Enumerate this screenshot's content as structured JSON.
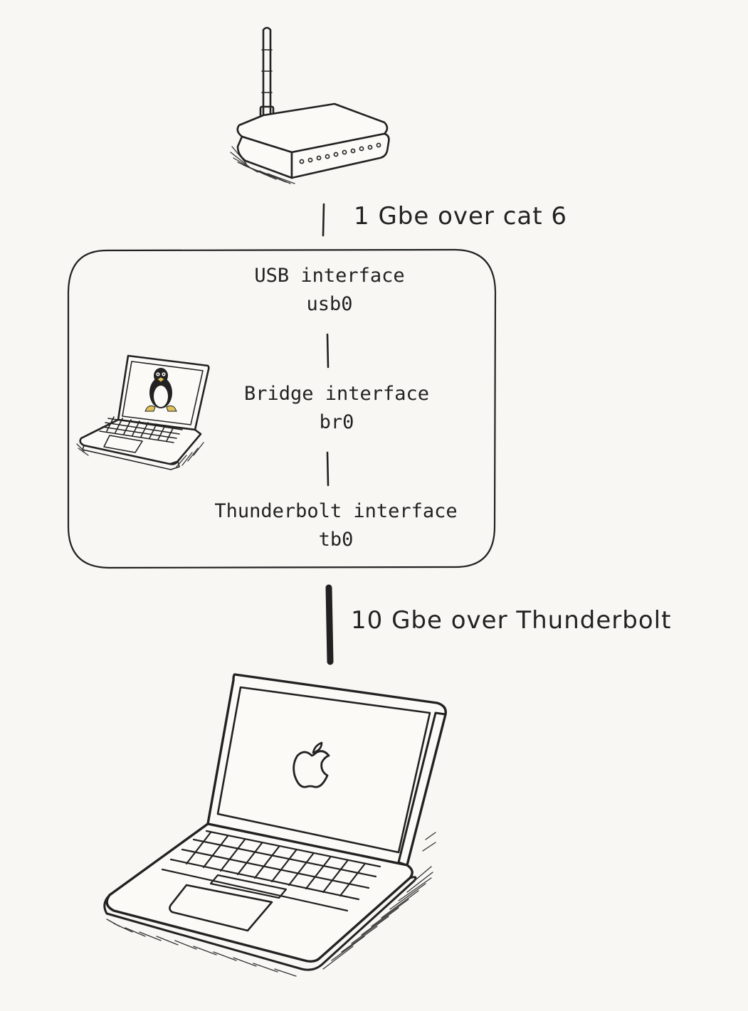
{
  "links": {
    "router_to_bridge": "1 Gbe over cat 6",
    "bridge_to_mac": "10 Gbe over Thunderbolt"
  },
  "bridge_box": {
    "usb": {
      "label": "USB interface",
      "device": "usb0"
    },
    "bridge": {
      "label": "Bridge interface",
      "device": "br0"
    },
    "thunderbolt": {
      "label": "Thunderbolt interface",
      "device": "tb0"
    }
  },
  "icons": {
    "router": "wifi-router-icon",
    "linux_laptop": "linux-laptop-icon",
    "mac_laptop": "macbook-icon"
  },
  "colors": {
    "background": "#f8f7f3",
    "ink": "#222222"
  }
}
